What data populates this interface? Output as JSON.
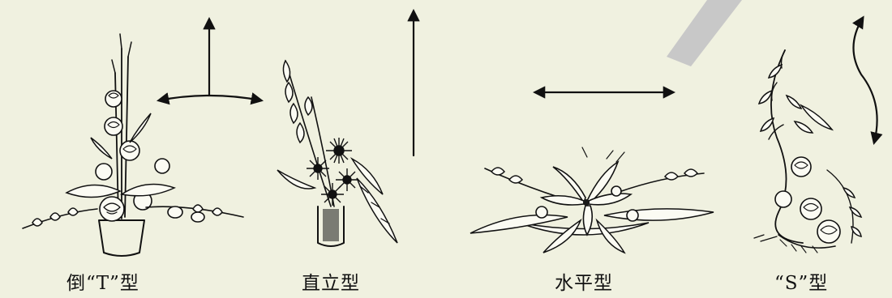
{
  "captions": {
    "inverted_t": "倒“T”型",
    "vertical": "直立型",
    "horizontal": "水平型",
    "s_shape": "“S”型"
  },
  "colors": {
    "background": "#f0f1e0",
    "ink": "#111111",
    "watermark": "#c8c8c8"
  },
  "icons": {
    "arrows": [
      "t-arrow-icon",
      "up-arrow-icon",
      "double-arrow-icon",
      "s-curve-arrow-icon"
    ],
    "arrangements": [
      "inverted-t-arrangement",
      "vertical-arrangement",
      "horizontal-arrangement",
      "s-shape-arrangement"
    ]
  }
}
